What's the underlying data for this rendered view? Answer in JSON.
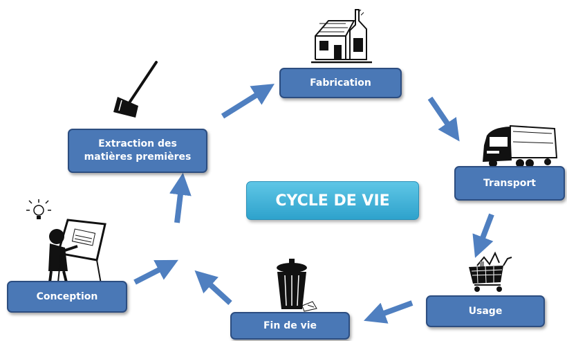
{
  "center_label": "CYCLE DE VIE",
  "colors": {
    "node_fill": "#4a78b6",
    "node_border": "#2c4d80",
    "arrow": "#4f7fc0",
    "center": "#3fb2d8"
  },
  "steps": [
    {
      "label": "Fabrication",
      "icon": "factory-icon"
    },
    {
      "label": "Transport",
      "icon": "truck-icon"
    },
    {
      "label": "Usage",
      "icon": "shopping-cart-icon"
    },
    {
      "label": "Fin de vie",
      "icon": "trash-can-icon"
    },
    {
      "label": "Conception",
      "icon": "designer-drafting-icon"
    },
    {
      "label": "Extraction des matières premières",
      "icon": "shovel-icon"
    }
  ]
}
